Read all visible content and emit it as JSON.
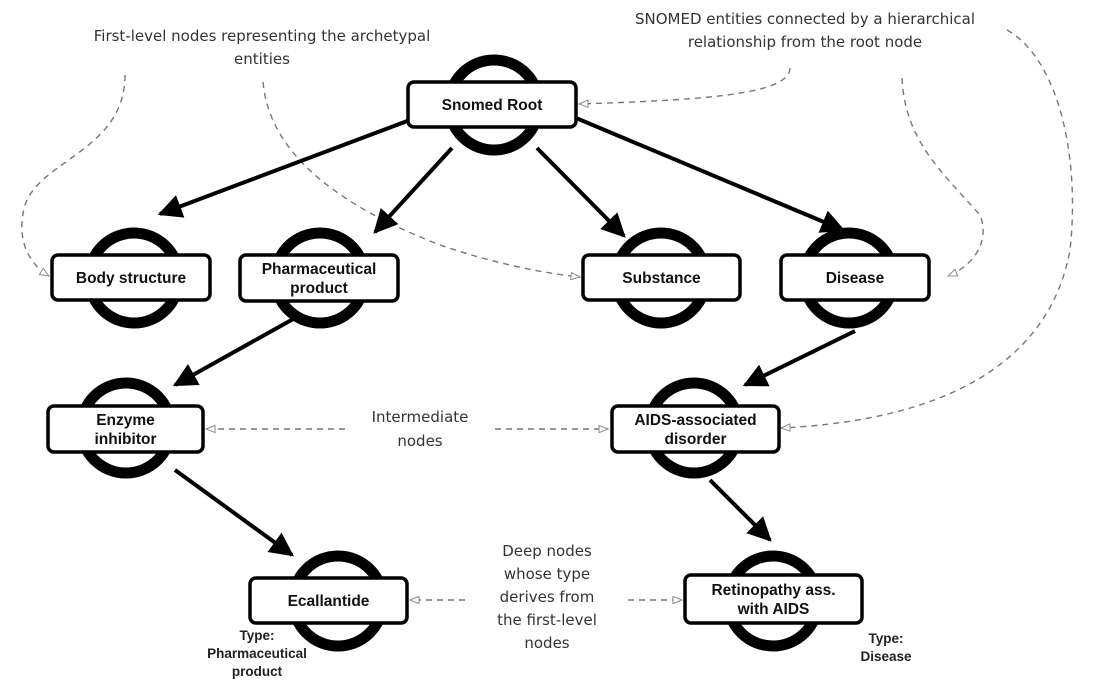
{
  "diagram": {
    "title": "SNOMED hierarchy example",
    "colors": {
      "node_stroke": "#000000",
      "node_fill": "#ffffff",
      "edge": "#000000",
      "annotation_line": "#777777",
      "annotation_text": "#333333"
    },
    "nodes": [
      {
        "id": "root",
        "label": [
          "Snomed Root"
        ],
        "level": "root"
      },
      {
        "id": "body_structure",
        "label": [
          "Body structure"
        ],
        "level": "first"
      },
      {
        "id": "pharmaceutical_product",
        "label": [
          "Pharmaceutical",
          "product"
        ],
        "level": "first"
      },
      {
        "id": "substance",
        "label": [
          "Substance"
        ],
        "level": "first"
      },
      {
        "id": "disease",
        "label": [
          "Disease"
        ],
        "level": "first"
      },
      {
        "id": "enzyme_inhibitor",
        "label": [
          "Enzyme",
          "inhibitor"
        ],
        "level": "intermediate"
      },
      {
        "id": "aids_disorder",
        "label": [
          "AIDS-associated",
          "disorder"
        ],
        "level": "intermediate"
      },
      {
        "id": "ecallantide",
        "label": [
          "Ecallantide"
        ],
        "level": "deep",
        "type_label": [
          "Type:",
          "Pharmaceutical",
          "product"
        ]
      },
      {
        "id": "retinopathy",
        "label": [
          "Retinopathy ass.",
          "with AIDS"
        ],
        "level": "deep",
        "type_label": [
          "Type:",
          "Disease"
        ]
      }
    ],
    "edges": [
      {
        "from": "root",
        "to": "body_structure"
      },
      {
        "from": "root",
        "to": "pharmaceutical_product"
      },
      {
        "from": "root",
        "to": "substance"
      },
      {
        "from": "root",
        "to": "disease"
      },
      {
        "from": "pharmaceutical_product",
        "to": "enzyme_inhibitor"
      },
      {
        "from": "disease",
        "to": "aids_disorder"
      },
      {
        "from": "enzyme_inhibitor",
        "to": "ecallantide"
      },
      {
        "from": "aids_disorder",
        "to": "retinopathy"
      }
    ],
    "annotations": [
      {
        "id": "first_level",
        "text": [
          "First-level nodes representing the archetypal",
          "entities"
        ],
        "targets": [
          "body_structure",
          "substance"
        ]
      },
      {
        "id": "hierarchical",
        "text": [
          "SNOMED entities connected by a hierarchical",
          "relationship from the root node"
        ],
        "targets": [
          "root",
          "disease",
          "aids_disorder"
        ]
      },
      {
        "id": "intermediate",
        "text": [
          "Intermediate",
          "nodes"
        ],
        "targets": [
          "enzyme_inhibitor",
          "aids_disorder"
        ]
      },
      {
        "id": "deep",
        "text": [
          "Deep nodes",
          "whose type",
          "derives from",
          "the first-level",
          "nodes"
        ],
        "targets": [
          "ecallantide",
          "retinopathy"
        ]
      }
    ]
  }
}
